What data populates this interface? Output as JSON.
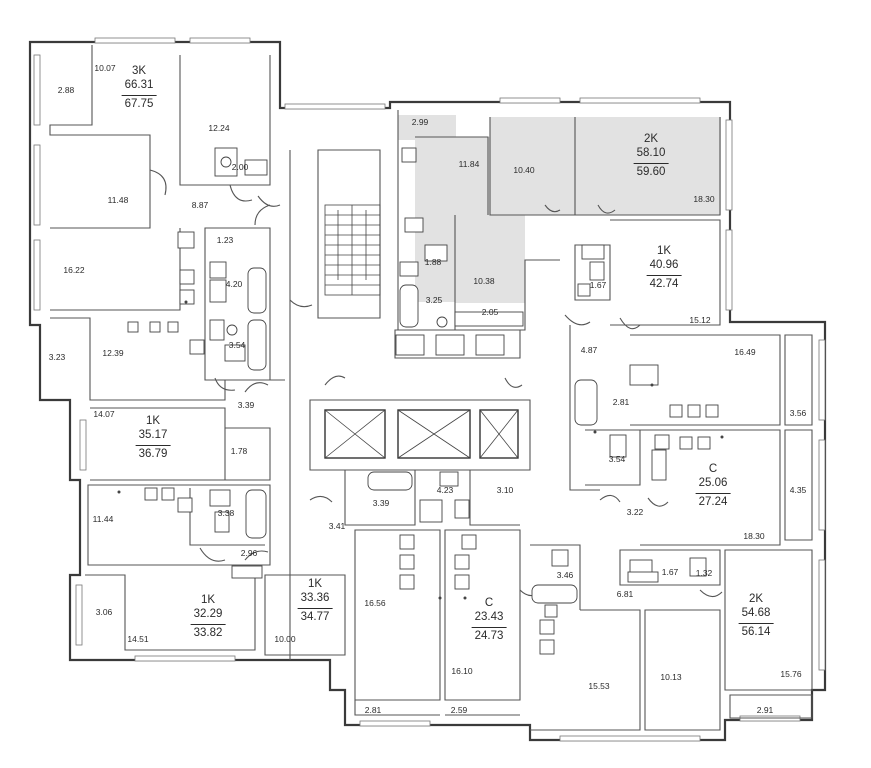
{
  "apartments": [
    {
      "type": "3K",
      "living": "66.31",
      "total": "67.75"
    },
    {
      "type": "2K",
      "living": "58.10",
      "total": "59.60"
    },
    {
      "type": "1K",
      "living": "40.96",
      "total": "42.74"
    },
    {
      "type": "1K",
      "living": "35.17",
      "total": "36.79"
    },
    {
      "type": "C",
      "living": "25.06",
      "total": "27.24"
    },
    {
      "type": "1K",
      "living": "32.29",
      "total": "33.82"
    },
    {
      "type": "1K",
      "living": "33.36",
      "total": "34.77"
    },
    {
      "type": "C",
      "living": "23.43",
      "total": "24.73"
    },
    {
      "type": "2K",
      "living": "54.68",
      "total": "56.14"
    }
  ],
  "room_areas": [
    "10.07",
    "2.88",
    "12.24",
    "2.00",
    "11.48",
    "8.87",
    "1.23",
    "16.22",
    "4.20",
    "3.54",
    "12.39",
    "3.23",
    "3.39",
    "14.07",
    "1.78",
    "11.44",
    "3.38",
    "2.96",
    "3.06",
    "14.51",
    "10.00",
    "2.99",
    "11.84",
    "10.40",
    "18.30",
    "1.88",
    "10.38",
    "3.25",
    "2.05",
    "1.67",
    "15.12",
    "4.87",
    "16.49",
    "2.81",
    "3.56",
    "3.54",
    "4.35",
    "3.22",
    "18.30",
    "4.23",
    "3.10",
    "3.39",
    "3.41",
    "16.56",
    "16.10",
    "3.46",
    "6.81",
    "1.67",
    "1.32",
    "15.53",
    "10.13",
    "15.76",
    "2.81",
    "2.59",
    "2.91"
  ]
}
